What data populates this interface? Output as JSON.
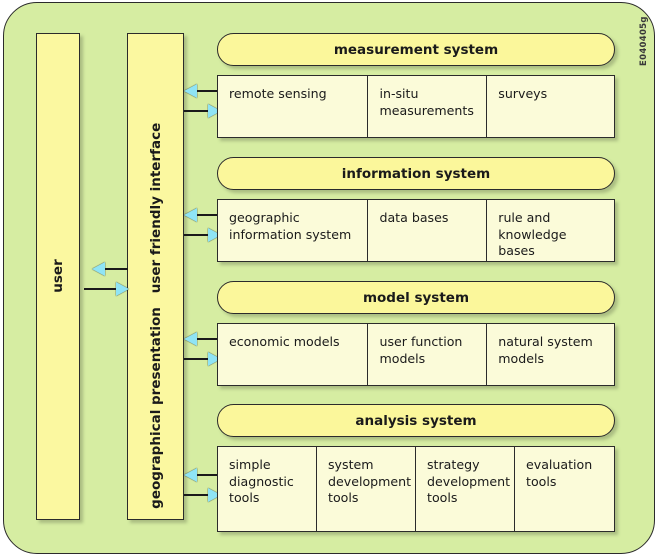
{
  "figure": {
    "corner_code": "E040405g",
    "background_color": "#d6eda2",
    "accent_box_color": "#fbf8a0",
    "sub_box_color": "#fbfbd9",
    "arrow_color": "#8fe4f5",
    "outline_color": "#2b2b2b"
  },
  "actor": {
    "label": "user"
  },
  "interface": {
    "top_label": "user friendly interface",
    "bottom_label": "geographical presentation"
  },
  "groups": [
    {
      "title": "measurement system",
      "items": [
        "remote sensing",
        "in-situ\nmeasurements",
        "surveys"
      ],
      "items_flat": [
        "remote sensing",
        "in-situ measurements",
        "surveys"
      ]
    },
    {
      "title": "information system",
      "items": [
        "geographic\ninformation system",
        "data bases",
        "rule and\nknowledge bases"
      ],
      "items_flat": [
        "geographic information system",
        "data bases",
        "rule and knowledge bases"
      ]
    },
    {
      "title": "model system",
      "items": [
        "economic models",
        "user\nfunction models",
        "natural\nsystem models"
      ],
      "items_flat": [
        "economic models",
        "user function models",
        "natural system models"
      ]
    },
    {
      "title": "analysis system",
      "items": [
        "simple\ndiagnostic\ntools",
        "system\ndevelopment\ntools",
        "strategy\ndevelopment\ntools",
        "evaluation\ntools"
      ],
      "items_flat": [
        "simple diagnostic tools",
        "system development tools",
        "strategy development tools",
        "evaluation tools"
      ]
    }
  ],
  "connectors": [
    {
      "from": "user",
      "to": "interface",
      "direction": "left"
    },
    {
      "from": "interface",
      "to": "user",
      "direction": "right"
    },
    {
      "from": "measurement system",
      "to": "interface",
      "direction": "left"
    },
    {
      "from": "interface",
      "to": "measurement system",
      "direction": "right"
    },
    {
      "from": "information system",
      "to": "interface",
      "direction": "left"
    },
    {
      "from": "interface",
      "to": "information system",
      "direction": "right"
    },
    {
      "from": "model system",
      "to": "interface",
      "direction": "left"
    },
    {
      "from": "interface",
      "to": "model system",
      "direction": "right"
    },
    {
      "from": "analysis system",
      "to": "interface",
      "direction": "left"
    },
    {
      "from": "interface",
      "to": "analysis system",
      "direction": "right"
    }
  ]
}
